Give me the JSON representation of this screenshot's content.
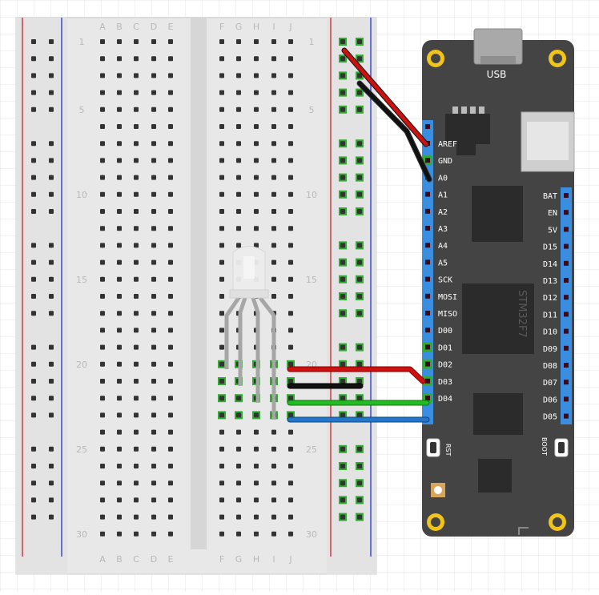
{
  "breadboard": {
    "columns_left": [
      "A",
      "B",
      "C",
      "D",
      "E"
    ],
    "columns_right": [
      "F",
      "G",
      "H",
      "I",
      "J"
    ],
    "row_markers": [
      "1",
      "5",
      "10",
      "15",
      "20",
      "25",
      "30"
    ],
    "colors": {
      "body": "#e8e8e8",
      "hole": "#333333",
      "connected": "#33aa33",
      "rail_red": "#d23a3a",
      "rail_blue": "#3a4ad2"
    }
  },
  "board": {
    "usb_label": "USB",
    "chip_label": "STM32F7",
    "rst_label": "RST",
    "boot_label": "BOOT",
    "left_pins": [
      "AREF",
      "GND",
      "A0",
      "A1",
      "A2",
      "A3",
      "A4",
      "A5",
      "SCK",
      "MOSI",
      "MISO",
      "D00",
      "D01",
      "D02",
      "D03",
      "D04"
    ],
    "right_pins": [
      "BAT",
      "EN",
      "5V",
      "D15",
      "D14",
      "D13",
      "D12",
      "D11",
      "D10",
      "D09",
      "D08",
      "D07",
      "D06",
      "D05"
    ],
    "colors": {
      "body": "#444444",
      "header": "#3a8ee0",
      "mount": "#f0c419"
    }
  },
  "wires": [
    {
      "name": "power",
      "color": "#cc1111"
    },
    {
      "name": "ground",
      "color": "#111111"
    },
    {
      "name": "red-signal",
      "color": "#cc1111"
    },
    {
      "name": "green-signal",
      "color": "#22bb22"
    },
    {
      "name": "blue-signal",
      "color": "#2277cc"
    }
  ],
  "led": {
    "type": "RGB LED (common lead)"
  }
}
